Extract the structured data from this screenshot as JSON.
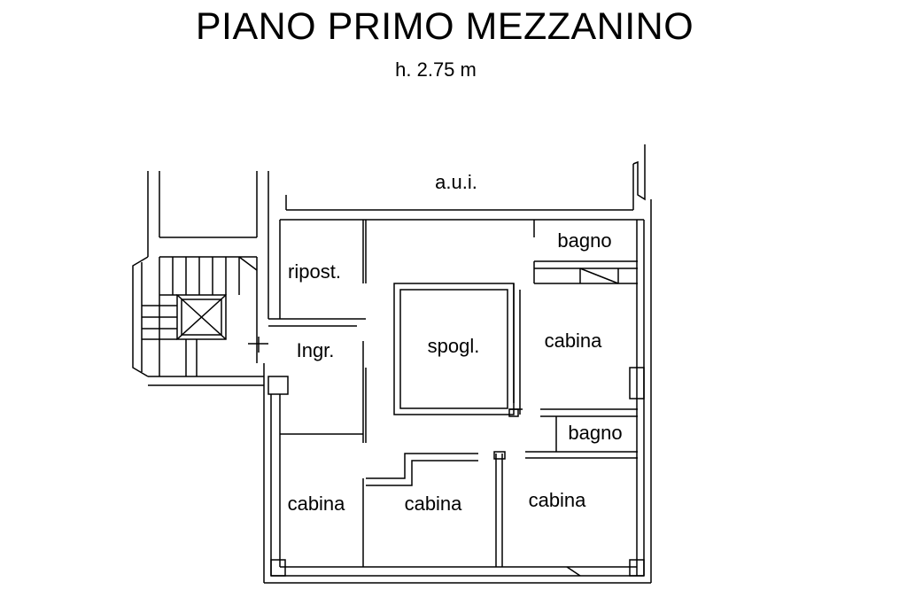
{
  "plan": {
    "title": "PIANO PRIMO MEZZANINO",
    "height_note": "h. 2.75 m"
  },
  "rooms": {
    "aui": "a.u.i.",
    "bagno_top": "bagno",
    "ripost": "ripost.",
    "ingr": "Ingr.",
    "spogl": "spogl.",
    "cabina_right": "cabina",
    "bagno_mid": "bagno",
    "cabina_left": "cabina",
    "cabina_center": "cabina",
    "cabina_bottom_right": "cabina"
  },
  "colors": {
    "line": "#000000",
    "background": "#ffffff"
  }
}
